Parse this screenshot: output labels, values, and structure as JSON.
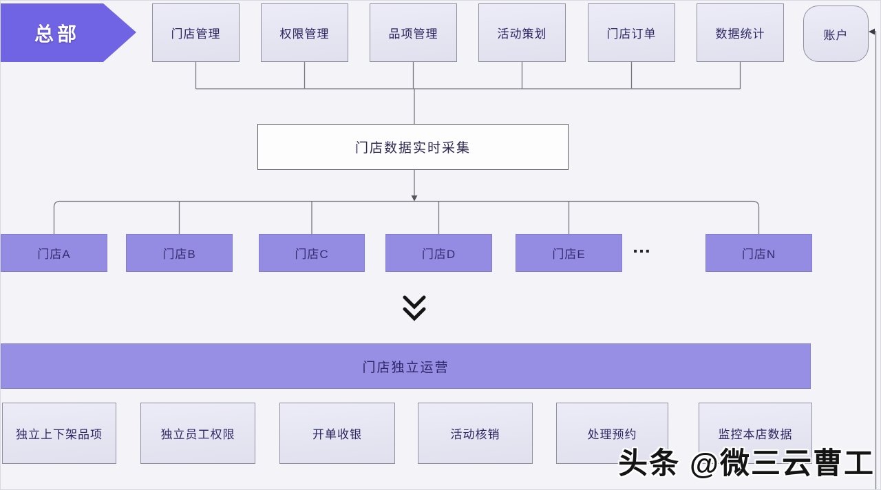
{
  "diagram": {
    "root": {
      "label": "总部"
    },
    "top_modules": [
      "门店管理",
      "权限管理",
      "品项管理",
      "活动策划",
      "门店订单",
      "数据统计"
    ],
    "account": {
      "label": "账户"
    },
    "collector": {
      "label": "门店数据实时采集"
    },
    "stores": [
      "门店A",
      "门店B",
      "门店C",
      "门店D",
      "门店E",
      "门店N"
    ],
    "stores_ellipsis": "…",
    "operation_bar": {
      "label": "门店独立运营"
    },
    "store_functions": [
      "独立上下架品项",
      "独立员工权限",
      "开单收银",
      "活动核销",
      "处理预约",
      "监控本店数据"
    ],
    "watermark": "头条 @微三云曹工"
  },
  "colors": {
    "root_arrow": "#7164e4",
    "store_box": "#948ce2",
    "operation_bar": "#978fe3",
    "light_box": "#e6e6f2",
    "light_box_border": "#8f8f9f",
    "connector": "#76767f",
    "text_dark_purple": "#2a2562",
    "background": "#f3f3f8"
  }
}
